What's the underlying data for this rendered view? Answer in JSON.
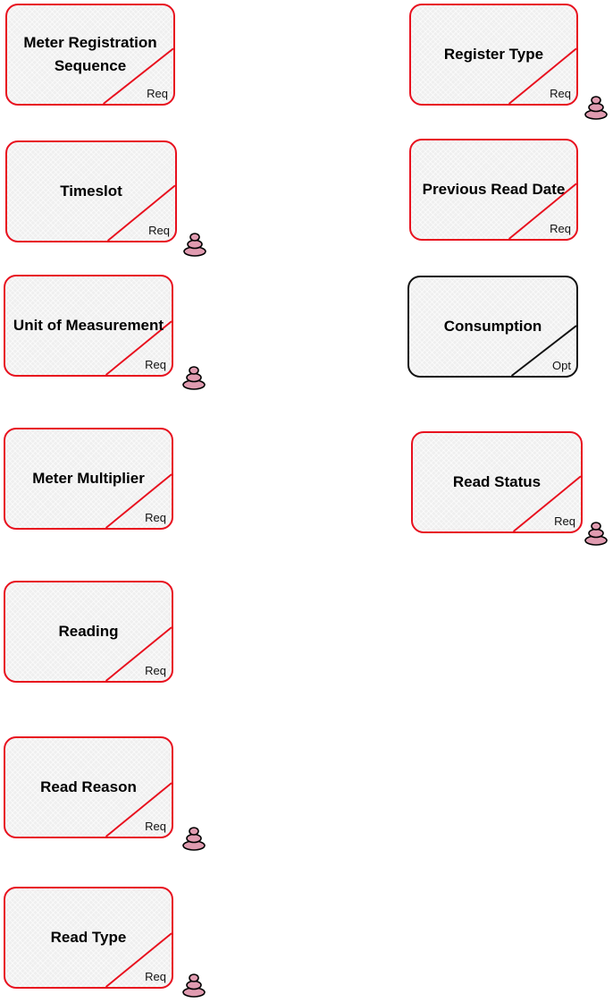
{
  "colors": {
    "required_border": "#e8101e",
    "optional_border": "#111111",
    "card_fill": "#efefef"
  },
  "left_column": [
    {
      "title": "Meter Registration Sequence",
      "tag": "Req",
      "optional": false,
      "has_icon": false
    },
    {
      "title": "Timeslot",
      "tag": "Req",
      "optional": false,
      "has_icon": true
    },
    {
      "title": "Unit of Measurement",
      "tag": "Req",
      "optional": false,
      "has_icon": true
    },
    {
      "title": "Meter Multiplier",
      "tag": "Req",
      "optional": false,
      "has_icon": false
    },
    {
      "title": "Reading",
      "tag": "Req",
      "optional": false,
      "has_icon": false
    },
    {
      "title": "Read Reason",
      "tag": "Req",
      "optional": false,
      "has_icon": true
    },
    {
      "title": "Read Type",
      "tag": "Req",
      "optional": false,
      "has_icon": true
    }
  ],
  "right_column": [
    {
      "title": "Register Type",
      "tag": "Req",
      "optional": false,
      "has_icon": true
    },
    {
      "title": "Previous Read Date",
      "tag": "Req",
      "optional": false,
      "has_icon": false
    },
    {
      "title": "Consumption",
      "tag": "Opt",
      "optional": true,
      "has_icon": false
    },
    {
      "title": "Read Status",
      "tag": "Req",
      "optional": false,
      "has_icon": true
    }
  ],
  "icon_name": "stacked-cylinders-icon"
}
